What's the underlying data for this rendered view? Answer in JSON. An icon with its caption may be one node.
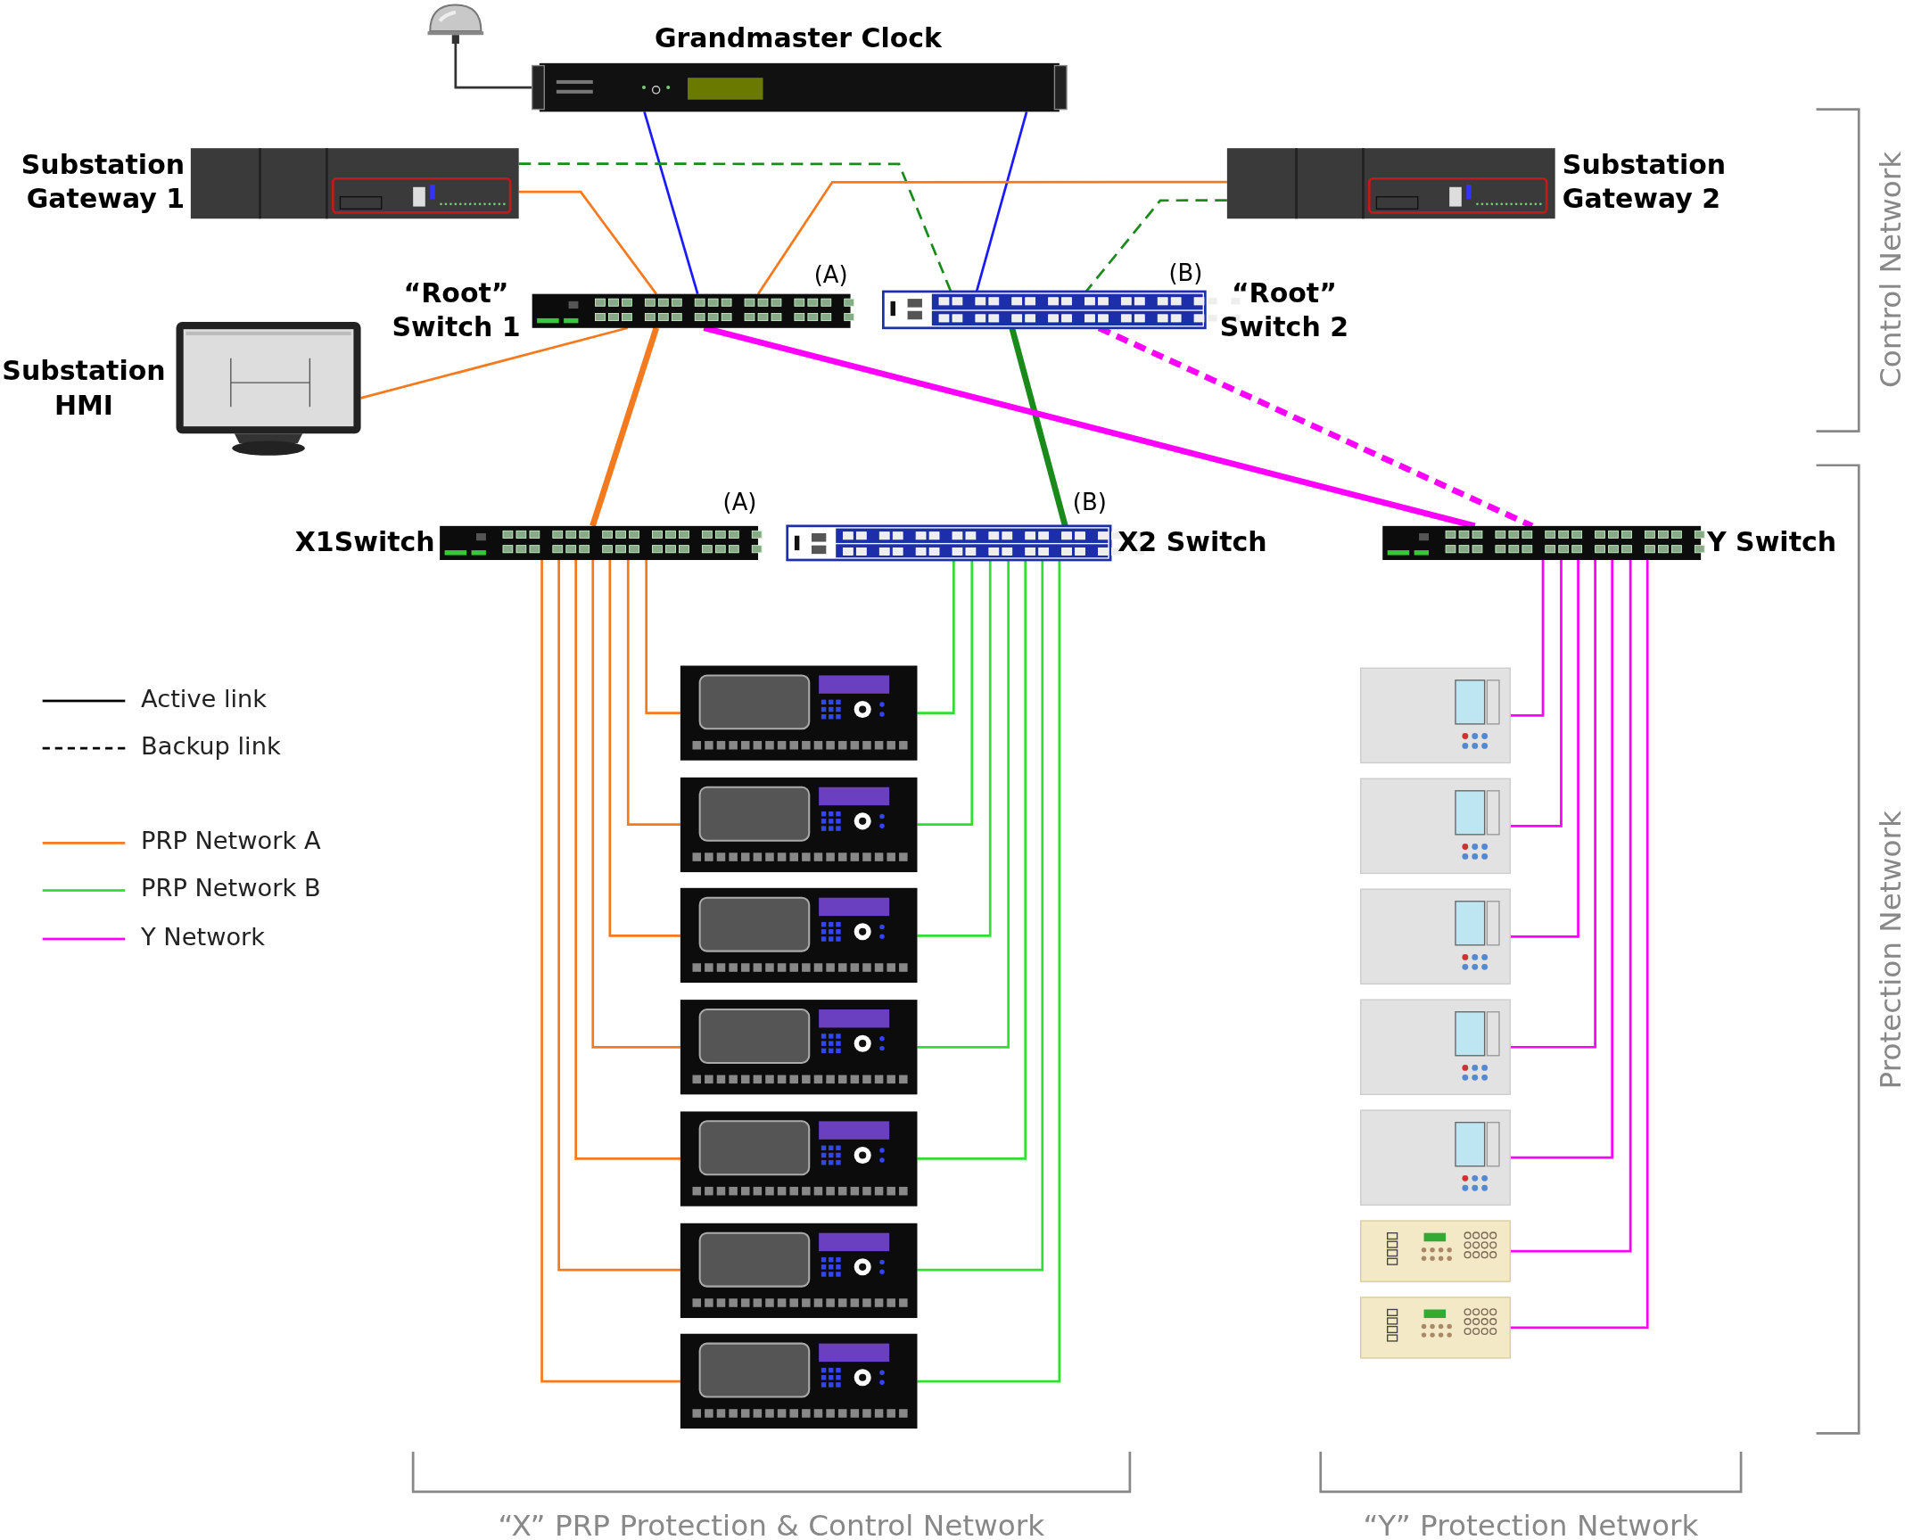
{
  "diagram": {
    "nodes": [
      {
        "text": [
          "Grandmaster Clock"
        ]
      },
      {
        "text": [],
        "shape": "picture"
      },
      {
        "text": [
          "Substation Gateway 1"
        ]
      },
      {
        "text": [
          "Substation Gateway 2"
        ]
      },
      {
        "text": [
          "“Root” Switch 1"
        ],
        "beside": [
          "(A)"
        ]
      },
      {
        "text": [
          "“Root” Switch 2"
        ],
        "beside": [
          "(B)"
        ]
      },
      {
        "text": [
          "Substation HMI"
        ]
      },
      {
        "text": [
          "X1Switch"
        ],
        "beside": [
          "(A)"
        ]
      },
      {
        "text": [
          "X2 Switch"
        ],
        "beside": [
          "(B)"
        ]
      },
      {
        "text": [
          "Y Switch"
        ]
      },
      {
        "text": [],
        "shape": "picture"
      },
      {
        "text": [],
        "shape": "picture"
      },
      {
        "text": [],
        "shape": "picture"
      },
      {
        "text": [],
        "shape": "picture"
      },
      {
        "text": [],
        "shape": "picture"
      },
      {
        "text": [],
        "shape": "picture"
      },
      {
        "text": [],
        "shape": "picture"
      },
      {
        "text": [],
        "shape": "picture"
      },
      {
        "text": [],
        "shape": "picture"
      },
      {
        "text": [],
        "shape": "picture"
      },
      {
        "text": [],
        "shape": "picture"
      },
      {
        "text": [],
        "shape": "picture"
      },
      {
        "text": [],
        "shape": "picture"
      },
      {
        "text": [],
        "shape": "picture"
      }
    ],
    "edges": [
      {
        "from": 1,
        "to": 0,
        "arrow": "none",
        "color": "#333333"
      },
      {
        "from": 0,
        "to": 4,
        "arrow": "none",
        "color": "#1a1aff"
      },
      {
        "from": 0,
        "to": 5,
        "arrow": "none",
        "color": "#1a1aff"
      },
      {
        "from": 2,
        "to": 4,
        "arrow": "none",
        "color": "#f47a20"
      },
      {
        "from": 2,
        "to": 5,
        "arrow": "none",
        "color": "#1a8a1a",
        "style": "dashed"
      },
      {
        "from": 3,
        "to": 4,
        "arrow": "none",
        "color": "#f47a20"
      },
      {
        "from": 3,
        "to": 5,
        "arrow": "none",
        "color": "#1a8a1a",
        "style": "dashed"
      },
      {
        "from": 6,
        "to": 4,
        "arrow": "none",
        "color": "#f47a20"
      },
      {
        "from": 4,
        "to": 7,
        "arrow": "none",
        "color": "#f47a20",
        "style": "thick"
      },
      {
        "from": 5,
        "to": 8,
        "arrow": "none",
        "color": "#1a8a1a",
        "style": "thick"
      },
      {
        "from": 4,
        "to": 9,
        "arrow": "none",
        "color": "#ff00ff",
        "style": "thick"
      },
      {
        "from": 5,
        "to": 9,
        "arrow": "none",
        "color": "#ff00ff",
        "style": "dashed"
      },
      {
        "from": 7,
        "to": 10,
        "arrow": "none",
        "color": "#f47a20"
      },
      {
        "from": 7,
        "to": 11,
        "arrow": "none",
        "color": "#f47a20"
      },
      {
        "from": 7,
        "to": 12,
        "arrow": "none",
        "color": "#f47a20"
      },
      {
        "from": 7,
        "to": 13,
        "arrow": "none",
        "color": "#f47a20"
      },
      {
        "from": 7,
        "to": 14,
        "arrow": "none",
        "color": "#f47a20"
      },
      {
        "from": 7,
        "to": 15,
        "arrow": "none",
        "color": "#f47a20"
      },
      {
        "from": 7,
        "to": 16,
        "arrow": "none",
        "color": "#f47a20"
      },
      {
        "from": 8,
        "to": 10,
        "arrow": "none",
        "color": "#33dd33"
      },
      {
        "from": 8,
        "to": 11,
        "arrow": "none",
        "color": "#33dd33"
      },
      {
        "from": 8,
        "to": 12,
        "arrow": "none",
        "color": "#33dd33"
      },
      {
        "from": 8,
        "to": 13,
        "arrow": "none",
        "color": "#33dd33"
      },
      {
        "from": 8,
        "to": 14,
        "arrow": "none",
        "color": "#33dd33"
      },
      {
        "from": 8,
        "to": 15,
        "arrow": "none",
        "color": "#33dd33"
      },
      {
        "from": 8,
        "to": 16,
        "arrow": "none",
        "color": "#33dd33"
      },
      {
        "from": 9,
        "to": 17,
        "arrow": "none",
        "color": "#ff00ff"
      },
      {
        "from": 9,
        "to": 18,
        "arrow": "none",
        "color": "#ff00ff"
      },
      {
        "from": 9,
        "to": 19,
        "arrow": "none",
        "color": "#ff00ff"
      },
      {
        "from": 9,
        "to": 20,
        "arrow": "none",
        "color": "#ff00ff"
      },
      {
        "from": 9,
        "to": 21,
        "arrow": "none",
        "color": "#ff00ff"
      },
      {
        "from": 9,
        "to": 22,
        "arrow": "none",
        "color": "#ff00ff"
      },
      {
        "from": 9,
        "to": 23,
        "arrow": "none",
        "color": "#ff00ff"
      }
    ],
    "labels": [
      "Control Network",
      "Protection Network",
      "“X” PRP Protection & Control Network",
      "“Y” Protection Network"
    ],
    "legend": [
      {
        "text": "Active link"
      },
      {
        "text": "Backup link"
      },
      {
        "text": "PRP Network A",
        "color": "#f47a20"
      },
      {
        "text": "PRP Network B",
        "color": "#33dd33"
      },
      {
        "text": "Y Network",
        "color": "#ff00ff"
      }
    ]
  }
}
